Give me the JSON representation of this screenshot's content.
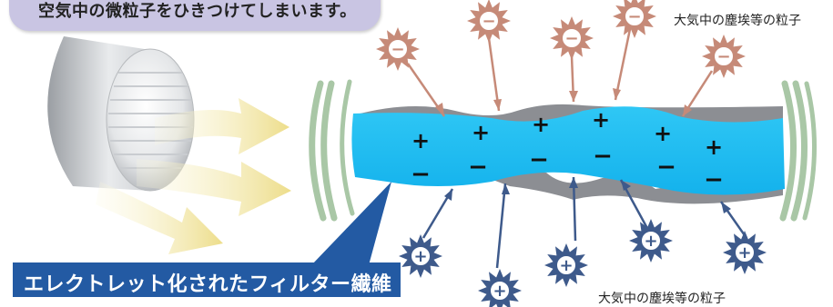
{
  "top_banner": {
    "text": "空気中の微粒子をひきつけてしまいます。"
  },
  "bottom_banner": {
    "text": "エレクトレット化されたフィルター繊維"
  },
  "labels": {
    "top_particles": "大気中の塵埃等の粒子",
    "bottom_particles": "大気中の塵埃等の粒子"
  },
  "charges": {
    "plus": "+",
    "minus": "−"
  },
  "particles": {
    "negative_symbol": "−",
    "positive_symbol": "+"
  },
  "colors": {
    "fiber": "#1ebdf2",
    "fiber_shadow": "#8c8e93",
    "negative_particle": "#c68a78",
    "positive_particle": "#3e5a8b",
    "banner_top": "#c9c5e3",
    "banner_bottom": "#235aa3",
    "arrow": "#f1e8a4",
    "frame": "#a9c7a6"
  },
  "icons": [
    "air-filter-cylinder-icon",
    "airflow-arrow-icon",
    "negative-particle-icon",
    "positive-particle-icon",
    "frame-bracket-icon"
  ]
}
